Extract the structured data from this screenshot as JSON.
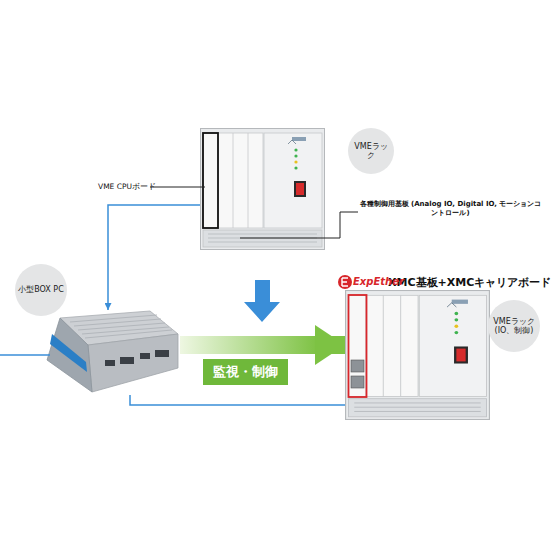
{
  "diagram": {
    "nodes": [
      {
        "text": [
          "VMEラック"
        ]
      },
      {
        "text": [
          "小型BOX PC"
        ]
      },
      {
        "text": [
          "XMC基板+XMCキャリアボード",
          "VMEラック (IO、制御)"
        ]
      }
    ],
    "edges": [
      {
        "from": 0,
        "to": 1,
        "arrow": "to"
      },
      {
        "from": 1,
        "to": 2,
        "label": "監視・制御",
        "arrow": "to"
      },
      {
        "from": 1,
        "to": 2,
        "arrow": "none"
      }
    ],
    "labels": [
      "VME CPUボード",
      "各種制御用基板 (Analog IO, Digital IO, モーションコントロール)",
      "ExpEther"
    ]
  }
}
